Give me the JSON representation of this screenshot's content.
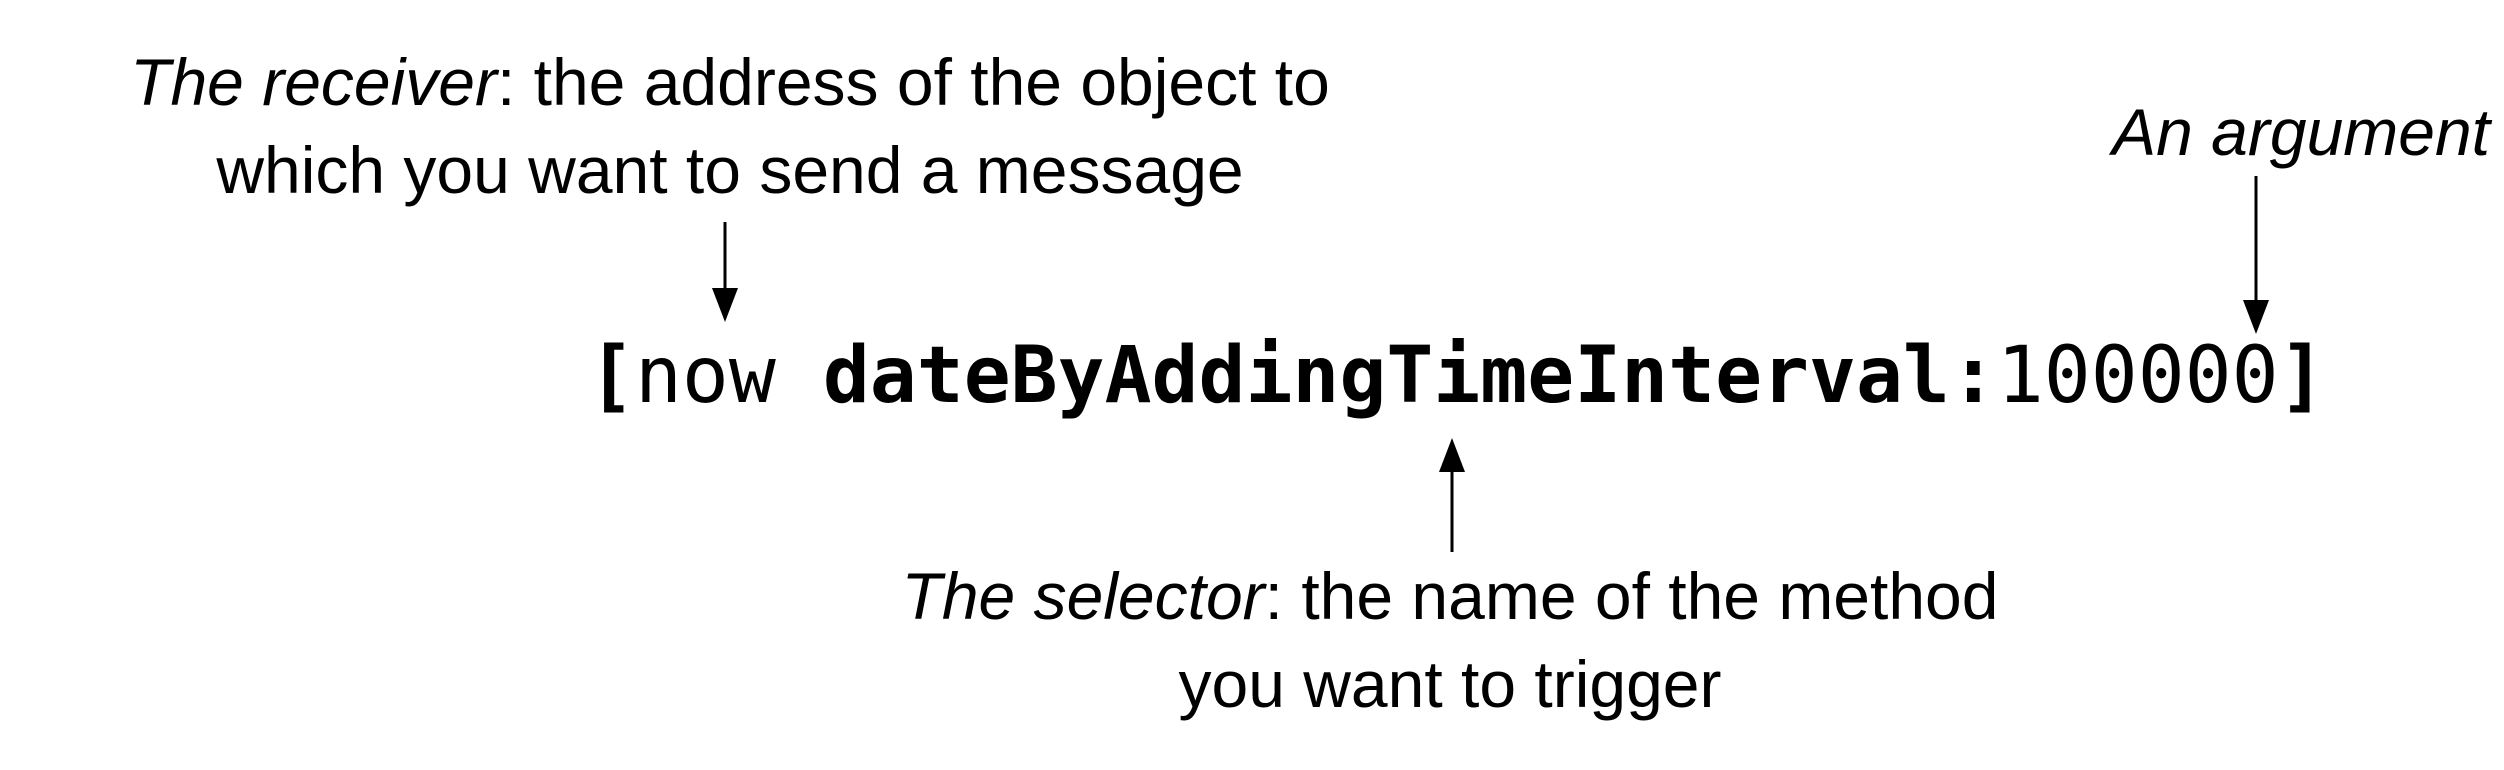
{
  "receiver": {
    "term": "The receiver",
    "line1_rest": ": the address of the object to",
    "line2": "which you want to send a message"
  },
  "argument": {
    "term": "An argument"
  },
  "selector": {
    "term": "The selector",
    "line1_rest": ": the name of the method",
    "line2": "you want to trigger"
  },
  "code": {
    "open_bracket": "[",
    "receiver": "now",
    "space": " ",
    "selector": "dateByAddingTimeInterval:",
    "argument": "100000",
    "close_bracket": "]"
  }
}
